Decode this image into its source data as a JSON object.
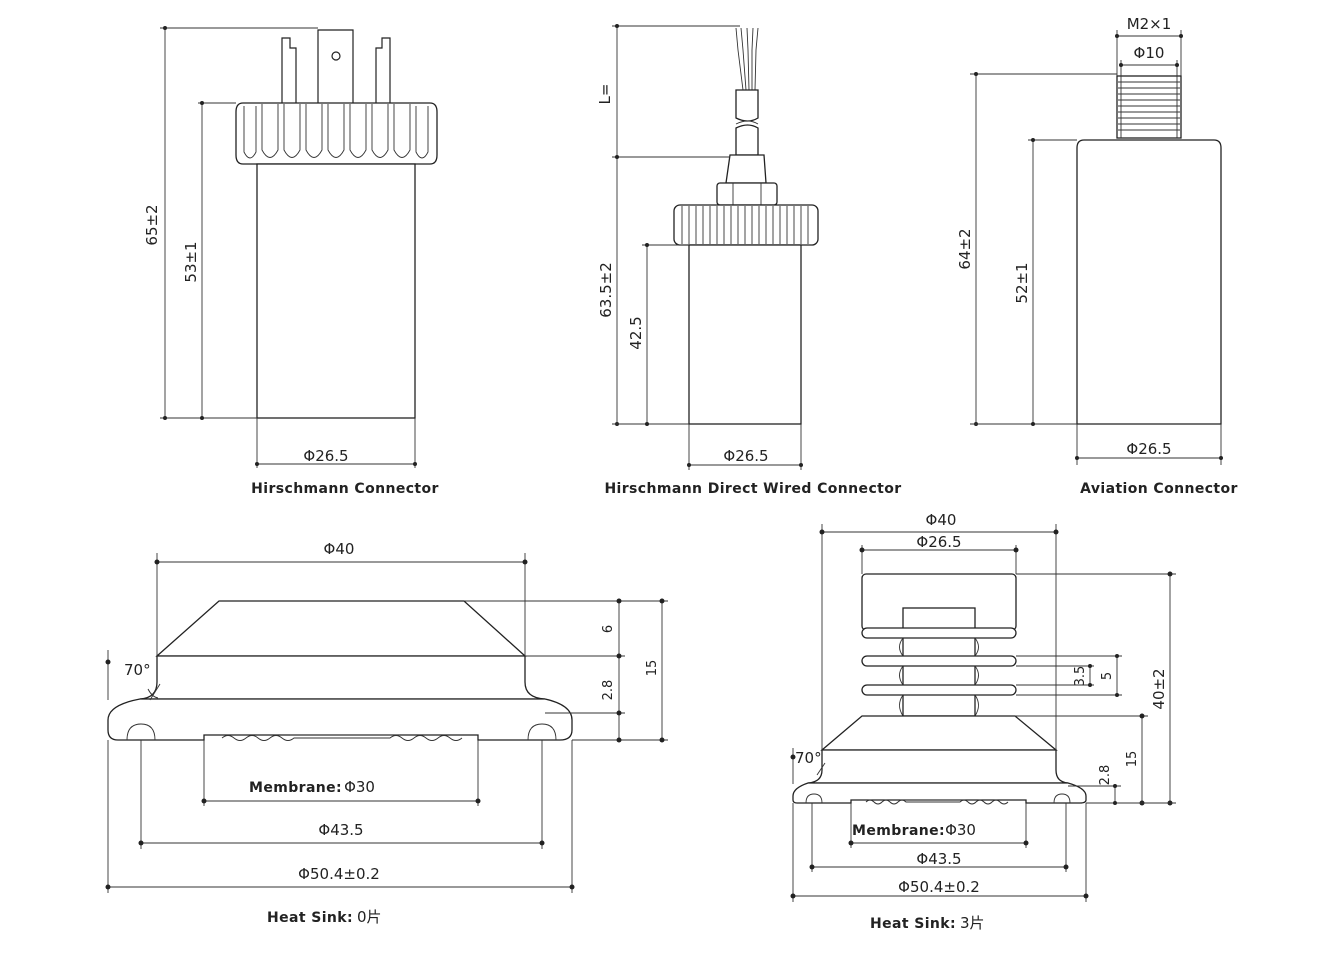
{
  "colors": {
    "line": "#222222",
    "background": "#ffffff"
  },
  "top_row": {
    "hirschmann": {
      "caption": "Hirschmann Connector",
      "dim_total": "65±2",
      "dim_body": "53±1",
      "dim_dia": "Φ26.5"
    },
    "direct_wired": {
      "caption": "Hirschmann Direct Wired Connector",
      "dim_cable": "L=",
      "dim_total": "63.5±2",
      "dim_body": "42.5",
      "dim_dia": "Φ26.5"
    },
    "aviation": {
      "caption": "Aviation Connector",
      "dim_thread": "M2×1",
      "dim_neck": "Φ10",
      "dim_total": "64±2",
      "dim_body": "52±1",
      "dim_dia": "Φ26.5"
    }
  },
  "bottom_row": {
    "no_sink": {
      "dim_top_dia": "Φ40",
      "dim_angle": "70°",
      "dim_h6": "6",
      "dim_h28": "2.8",
      "dim_h15": "15",
      "membrane_label": "Membrane:",
      "membrane_value": "Φ30",
      "dim_435": "Φ43.5",
      "dim_504": "Φ50.4±0.2",
      "heat_sink_label": "Heat Sink:",
      "heat_sink_value": "0片"
    },
    "three_sink": {
      "dim_top_dia": "Φ40",
      "dim_body_dia": "Φ26.5",
      "dim_angle": "70°",
      "dim_35": "3.5",
      "dim_5": "5",
      "dim_40": "40±2",
      "dim_15": "15",
      "dim_28": "2.8",
      "membrane_label": "Membrane:",
      "membrane_value": "Φ30",
      "dim_435": "Φ43.5",
      "dim_504": "Φ50.4±0.2",
      "heat_sink_label": "Heat Sink:",
      "heat_sink_value": "3片"
    }
  }
}
